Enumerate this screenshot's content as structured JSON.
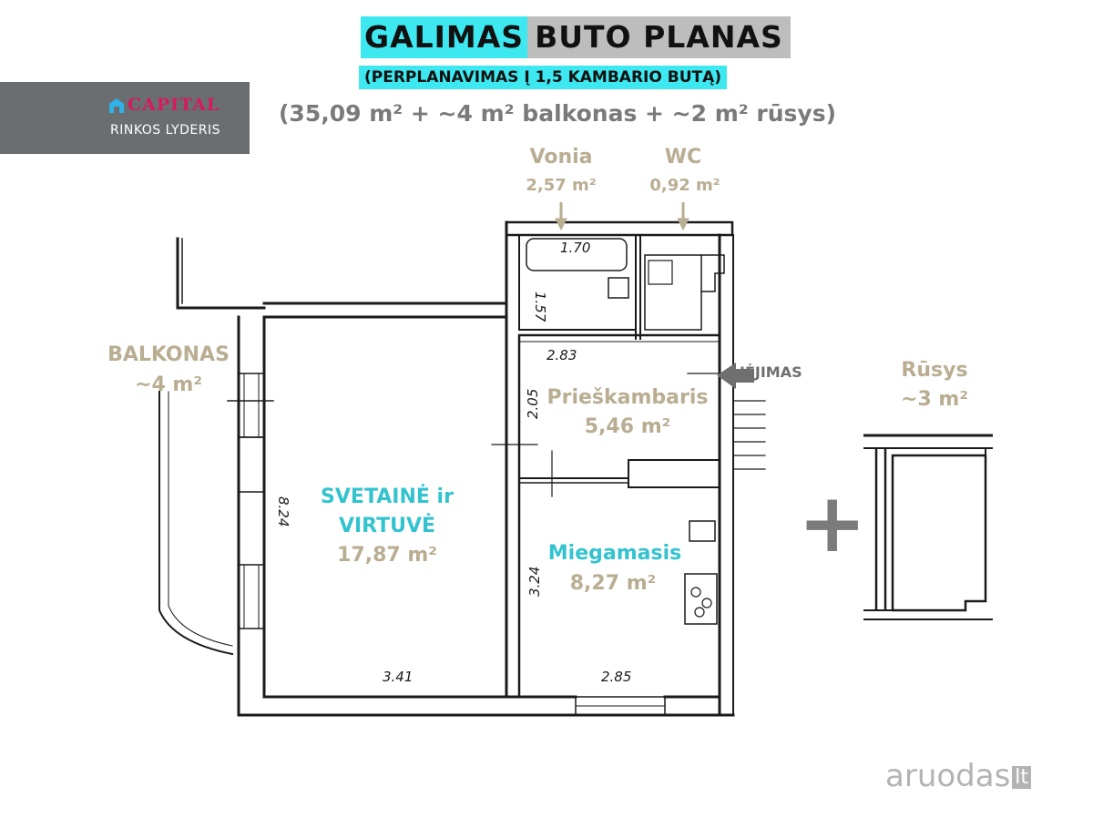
{
  "header": {
    "title_part1": "GALIMAS",
    "title_part2": "BUTO PLANAS",
    "subtitle": "(PERPLANAVIMAS Į 1,5 KAMBARIO BUTĄ)",
    "area_summary": "(35,09 m² + ~4 m² balkonas + ~2 m² rūsys)"
  },
  "logo": {
    "brand": "CAPITAL",
    "tagline": "RINKOS LYDERIS"
  },
  "rooms": {
    "vonia": {
      "name": "Vonia",
      "area": "2,57 m²"
    },
    "wc": {
      "name": "WC",
      "area": "0,92 m²"
    },
    "balkonas": {
      "name": "BALKONAS",
      "area": "~4 m²"
    },
    "prieskambaris": {
      "name": "Prieškambaris",
      "area": "5,46 m²"
    },
    "svetaine": {
      "name_line1": "SVETAINĖ ir",
      "name_line2": "VIRTUVĖ",
      "area": "17,87 m²"
    },
    "miegamasis": {
      "name": "Miegamasis",
      "area": "8,27 m²"
    },
    "rusys": {
      "name": "Rūsys",
      "area": "~3 m²"
    }
  },
  "entrance_label": "ĮĖJIMAS",
  "plus_sign": "+",
  "dimensions": {
    "bath_top": "1.70",
    "bath_side": "1.57",
    "hall_top": "2.83",
    "hall_side": "2.05",
    "living_side": "8.24",
    "living_bottom": "3.41",
    "bed_side": "3.24",
    "bed_bottom": "2.85"
  },
  "watermark": {
    "text": "aruodas",
    "suffix": "lt"
  },
  "colors": {
    "cyan_accent": "#3ee8f0",
    "beige_label": "#b9ad92",
    "cyan_label": "#33c3cf",
    "gray_title": "#bdbdbd",
    "logo_bg": "#6b6e71",
    "brand_red": "#d61a5b"
  }
}
